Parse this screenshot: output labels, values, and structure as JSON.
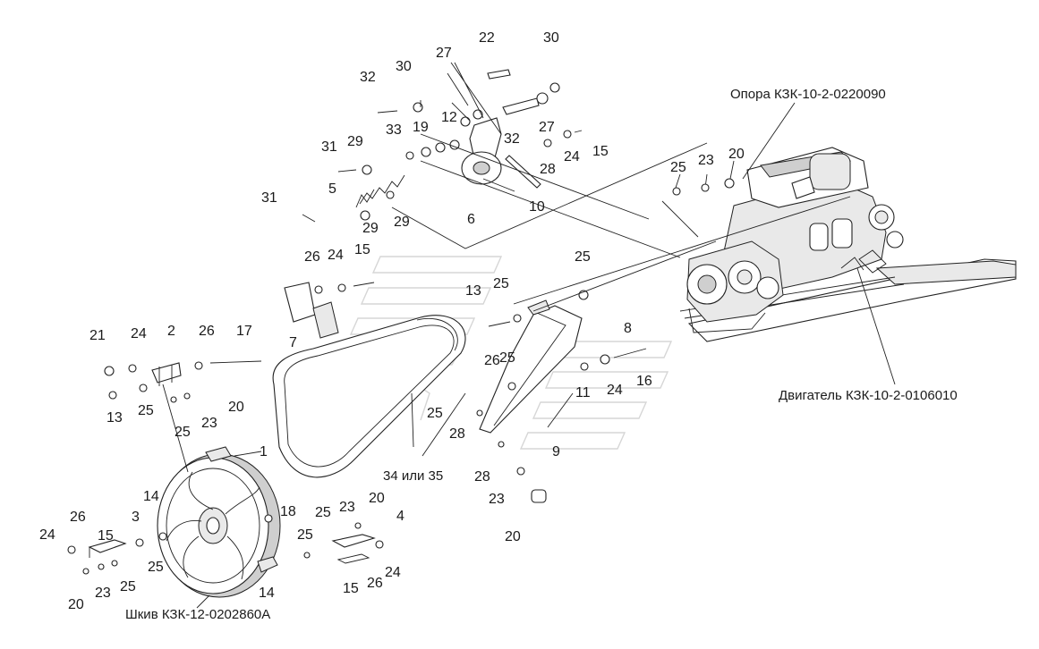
{
  "captions": {
    "opora": "Опора КЗК-10-2-0220090",
    "dvigatel": "Двигатель КЗК-10-2-0106010",
    "shkiv": "Шкив КЗК-12-0202860А",
    "belt": "34 или 35"
  },
  "callouts": [
    {
      "id": "c1",
      "text": "1"
    },
    {
      "id": "c2",
      "text": "2"
    },
    {
      "id": "c3",
      "text": "3"
    },
    {
      "id": "c4",
      "text": "4"
    },
    {
      "id": "c5",
      "text": "5"
    },
    {
      "id": "c6",
      "text": "6"
    },
    {
      "id": "c7",
      "text": "7"
    },
    {
      "id": "c8",
      "text": "8"
    },
    {
      "id": "c9",
      "text": "9"
    },
    {
      "id": "c10",
      "text": "10"
    },
    {
      "id": "c11",
      "text": "11"
    },
    {
      "id": "c12",
      "text": "12"
    },
    {
      "id": "c13a",
      "text": "13"
    },
    {
      "id": "c13b",
      "text": "13"
    },
    {
      "id": "c14a",
      "text": "14"
    },
    {
      "id": "c14b",
      "text": "14"
    },
    {
      "id": "c15a",
      "text": "15"
    },
    {
      "id": "c15b",
      "text": "15"
    },
    {
      "id": "c15c",
      "text": "15"
    },
    {
      "id": "c15d",
      "text": "15"
    },
    {
      "id": "c16",
      "text": "16"
    },
    {
      "id": "c17",
      "text": "17"
    },
    {
      "id": "c18",
      "text": "18"
    },
    {
      "id": "c19",
      "text": "19"
    },
    {
      "id": "c20a",
      "text": "20"
    },
    {
      "id": "c20b",
      "text": "20"
    },
    {
      "id": "c20c",
      "text": "20"
    },
    {
      "id": "c20d",
      "text": "20"
    },
    {
      "id": "c20e",
      "text": "20"
    },
    {
      "id": "c21",
      "text": "21"
    },
    {
      "id": "c22",
      "text": "22"
    },
    {
      "id": "c23a",
      "text": "23"
    },
    {
      "id": "c23b",
      "text": "23"
    },
    {
      "id": "c23c",
      "text": "23"
    },
    {
      "id": "c23d",
      "text": "23"
    },
    {
      "id": "c23e",
      "text": "23"
    },
    {
      "id": "c24a",
      "text": "24"
    },
    {
      "id": "c24b",
      "text": "24"
    },
    {
      "id": "c24c",
      "text": "24"
    },
    {
      "id": "c24d",
      "text": "24"
    },
    {
      "id": "c24e",
      "text": "24"
    },
    {
      "id": "c24f",
      "text": "24"
    },
    {
      "id": "c25a",
      "text": "25"
    },
    {
      "id": "c25b",
      "text": "25"
    },
    {
      "id": "c25c",
      "text": "25"
    },
    {
      "id": "c25d",
      "text": "25"
    },
    {
      "id": "c25e",
      "text": "25"
    },
    {
      "id": "c25f",
      "text": "25"
    },
    {
      "id": "c25g",
      "text": "25"
    },
    {
      "id": "c25h",
      "text": "25"
    },
    {
      "id": "c25i",
      "text": "25"
    },
    {
      "id": "c25j",
      "text": "25"
    },
    {
      "id": "c25k",
      "text": "25"
    },
    {
      "id": "c26a",
      "text": "26"
    },
    {
      "id": "c26b",
      "text": "26"
    },
    {
      "id": "c26c",
      "text": "26"
    },
    {
      "id": "c26d",
      "text": "26"
    },
    {
      "id": "c26e",
      "text": "26"
    },
    {
      "id": "c27a",
      "text": "27"
    },
    {
      "id": "c27b",
      "text": "27"
    },
    {
      "id": "c28a",
      "text": "28"
    },
    {
      "id": "c28b",
      "text": "28"
    },
    {
      "id": "c28c",
      "text": "28"
    },
    {
      "id": "c29a",
      "text": "29"
    },
    {
      "id": "c29b",
      "text": "29"
    },
    {
      "id": "c29c",
      "text": "29"
    },
    {
      "id": "c30a",
      "text": "30"
    },
    {
      "id": "c30b",
      "text": "30"
    },
    {
      "id": "c31a",
      "text": "31"
    },
    {
      "id": "c31b",
      "text": "31"
    },
    {
      "id": "c32a",
      "text": "32"
    },
    {
      "id": "c32b",
      "text": "32"
    },
    {
      "id": "c33",
      "text": "33"
    }
  ]
}
